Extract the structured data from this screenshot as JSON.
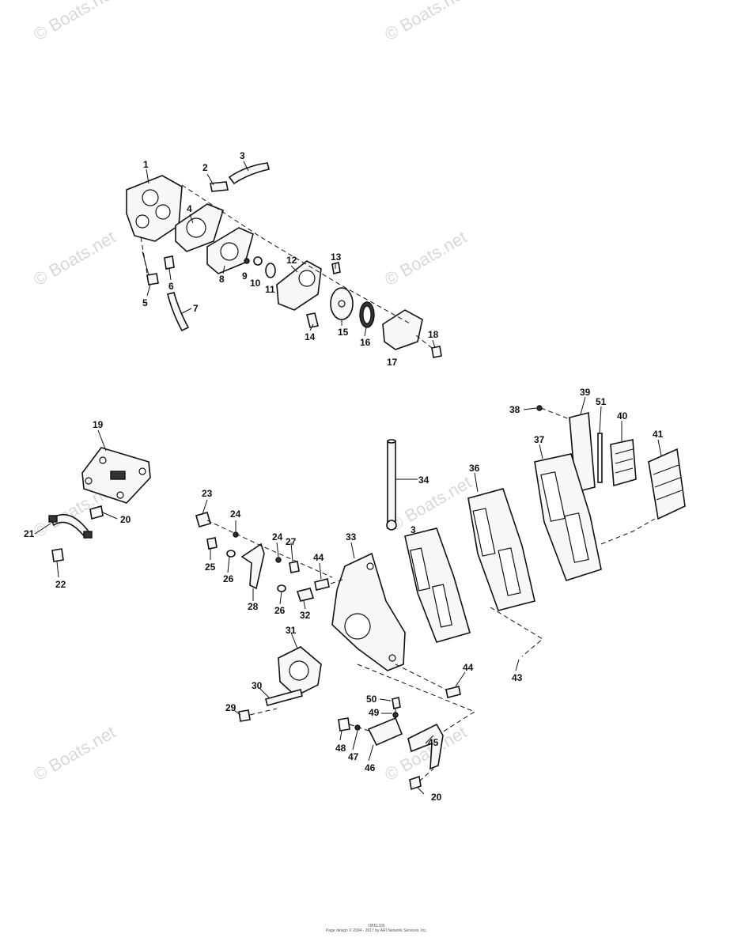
{
  "watermark": "© Boats.net",
  "callouts": [
    "1",
    "2",
    "3",
    "4",
    "5",
    "6",
    "7",
    "8",
    "9",
    "10",
    "11",
    "12",
    "13",
    "14",
    "15",
    "16",
    "17",
    "18",
    "19",
    "20",
    "20",
    "21",
    "22",
    "23",
    "24",
    "24",
    "25",
    "26",
    "26",
    "27",
    "28",
    "29",
    "30",
    "31",
    "32",
    "33",
    "34",
    "3",
    "36",
    "37",
    "38",
    "39",
    "40",
    "41",
    "43",
    "44",
    "44",
    "45",
    "46",
    "47",
    "48",
    "49",
    "50",
    "51"
  ],
  "footer": {
    "code": "OB51339",
    "copyright": "Page design © 2004 - 2017 by ARI Network Services, Inc."
  }
}
